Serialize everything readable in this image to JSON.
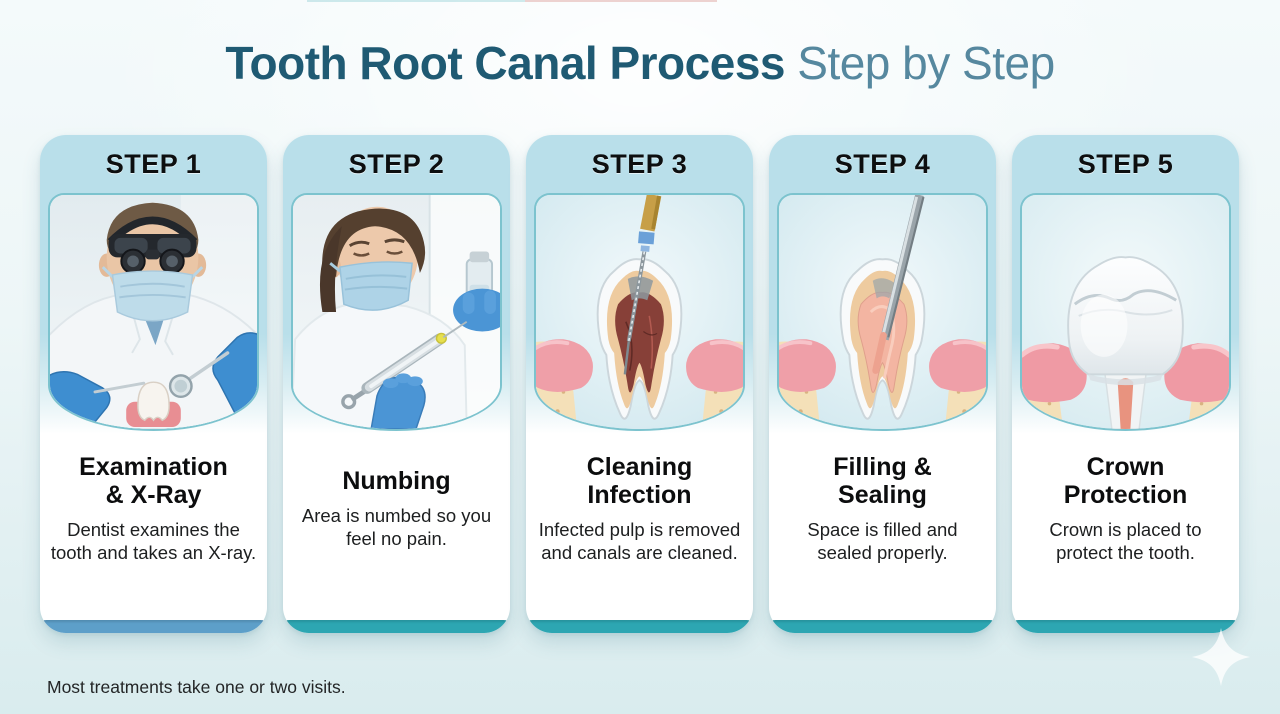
{
  "header": {
    "title_bold": "Tooth Root Canal Process",
    "title_light": " Step by Step"
  },
  "footer": {
    "note": "Most treatments take one or two visits."
  },
  "icons": {
    "step1_badge": "tooth-xray-icon",
    "step2_badge": "dental-probe-icon",
    "corner": "sparkle-icon"
  },
  "colors": {
    "title_bold": "#1F5A73",
    "title_light": "#56889F",
    "background_top": "#F4FAFB",
    "background_bottom": "#D9ECEE",
    "card_header_bg": "#B9DFEA",
    "card_media_border": "#7CC3CE",
    "badge_blue": "#3D80BF",
    "badge_teal": "#35A9B4",
    "bar_blue": "#5D9FC9",
    "bar_teal": "#2DA6B2",
    "text_dark": "#0C0D0E"
  },
  "steps": [
    {
      "label": "STEP 1",
      "title": "Examination\n& X-Ray",
      "description": "Dentist examines the tooth and takes an X-ray.",
      "media": "dentist-examination-photo",
      "badge_icon": "tooth-xray-icon",
      "bar_color": "#5D9FC9"
    },
    {
      "label": "STEP 2",
      "title": "Numbing",
      "description": "Area is numbed so you feel no pain.",
      "media": "anesthetic-syringe-photo",
      "badge_icon": "dental-probe-icon",
      "bar_color": "#2DA6B2"
    },
    {
      "label": "STEP 3",
      "title": "Cleaning\nInfection",
      "description": "Infected pulp is removed and canals are cleaned.",
      "media": "root-canal-file-illustration",
      "badge_icon": null,
      "bar_color": "#2DA6B2"
    },
    {
      "label": "STEP 4",
      "title": "Filling &\nSealing",
      "description": "Space is filled and sealed properly.",
      "media": "filling-tool-illustration",
      "badge_icon": null,
      "bar_color": "#2DA6B2"
    },
    {
      "label": "STEP 5",
      "title": "Crown\nProtection",
      "description": "Crown is placed to protect the tooth.",
      "media": "crowned-tooth-illustration",
      "badge_icon": null,
      "bar_color": "#2DA6B2"
    }
  ]
}
